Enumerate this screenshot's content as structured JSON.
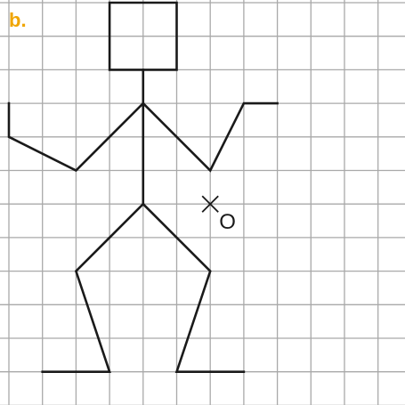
{
  "panel_label": "b.",
  "label_color": "#f0a500",
  "point_label": "O",
  "grid_line_color": "#a9a9a9",
  "figure_color": "#1a1a1a",
  "figure_parts": [
    {
      "name": "head",
      "points": [
        [
          3,
          0
        ],
        [
          5,
          0
        ],
        [
          5,
          2
        ],
        [
          3,
          2
        ],
        [
          3,
          0
        ]
      ]
    },
    {
      "name": "neck-and-torso",
      "points": [
        [
          4,
          2
        ],
        [
          4,
          6
        ]
      ]
    },
    {
      "name": "left-arm",
      "points": [
        [
          4,
          3
        ],
        [
          2,
          5
        ],
        [
          0,
          4
        ],
        [
          0,
          3
        ]
      ]
    },
    {
      "name": "right-arm",
      "points": [
        [
          4,
          3
        ],
        [
          6,
          5
        ],
        [
          7,
          3
        ],
        [
          8,
          3
        ]
      ]
    },
    {
      "name": "left-leg",
      "points": [
        [
          4,
          6
        ],
        [
          2,
          8
        ],
        [
          3,
          11
        ],
        [
          1,
          11
        ]
      ]
    },
    {
      "name": "right-leg",
      "points": [
        [
          4,
          6
        ],
        [
          6,
          8
        ],
        [
          5,
          11
        ],
        [
          7,
          11
        ]
      ]
    }
  ],
  "center_point": [
    6,
    6
  ]
}
